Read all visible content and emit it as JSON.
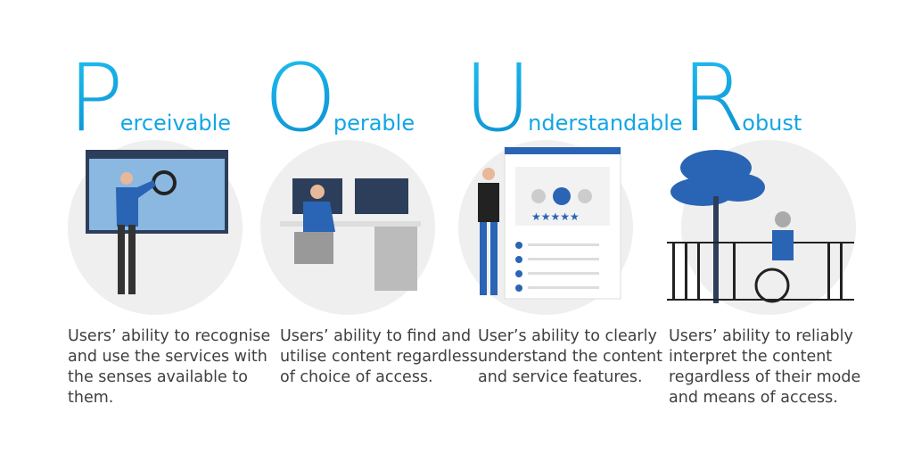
{
  "principles": [
    {
      "letter": "P",
      "rest": "erceivable",
      "description": "Users’ ability to recognise and use the services with the senses available to them."
    },
    {
      "letter": "O",
      "rest": "perable",
      "description": "Users’ ability to find and utilise content regardless of choice of access."
    },
    {
      "letter": "U",
      "rest": "nderstandable",
      "description": "User’s ability to clearly understand the content and service features."
    },
    {
      "letter": "R",
      "rest": "obust",
      "description": "Users’ ability to reliably interpret the content regardless of their mode and means of access."
    }
  ],
  "colors": {
    "accent": "#12a6e4",
    "dark_blue": "#2a64b4",
    "circle": "#efefef"
  }
}
